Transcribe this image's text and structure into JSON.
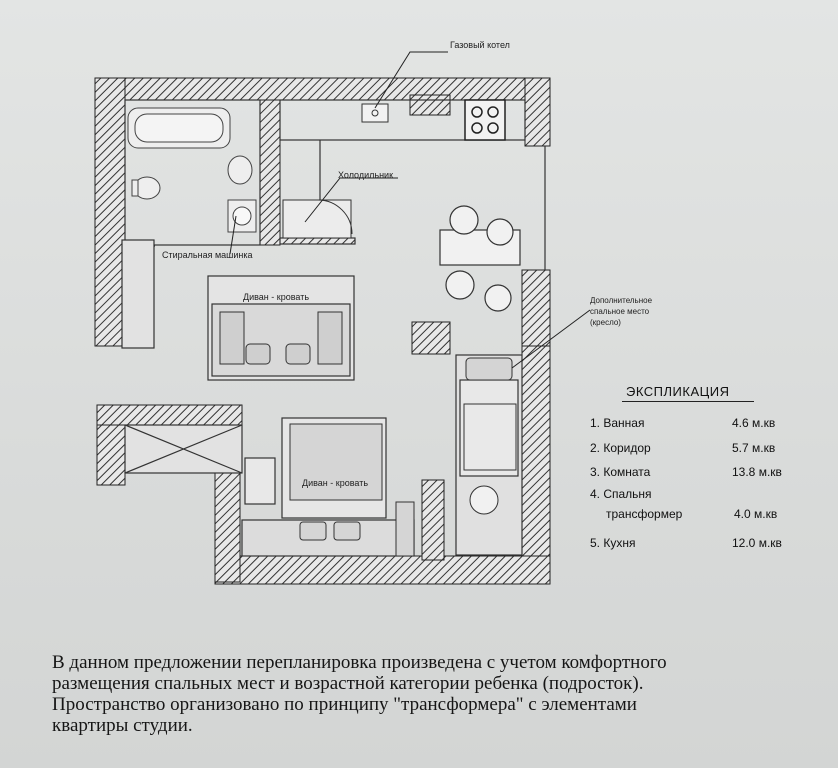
{
  "labels": {
    "gas_boiler": "Газовый котел",
    "fridge": "Холодильник",
    "washing_machine": "Стиральная машинка",
    "sofa_bed_top": "Диван - кровать",
    "sofa_bed_bottom": "Диван - кровать",
    "extra_bed_line1": "Дополнительное",
    "extra_bed_line2": "спальное место",
    "extra_bed_line3": "(кресло)"
  },
  "explication": {
    "title": "ЭКСПЛИКАЦИЯ",
    "rows": [
      {
        "name": "1. Ванная",
        "area": "4.6 м.кв"
      },
      {
        "name": "2. Коридор",
        "area": "5.7 м.кв"
      },
      {
        "name": "3. Комната",
        "area": "13.8 м.кв"
      },
      {
        "name": "4. Спальня",
        "area": ""
      },
      {
        "name": "трансформер",
        "area": "4.0 м.кв"
      },
      {
        "name": "5. Кухня",
        "area": "12.0 м.кв"
      }
    ]
  },
  "description": {
    "line1": "В данном предложении перепланировка произведена с учетом комфортного",
    "line2": "размещения спальных мест и возрастной категории ребенка (подросток).",
    "line3": "Пространство организовано по принципу \"трансформера\" с элементами",
    "line4": "квартиры студии."
  }
}
